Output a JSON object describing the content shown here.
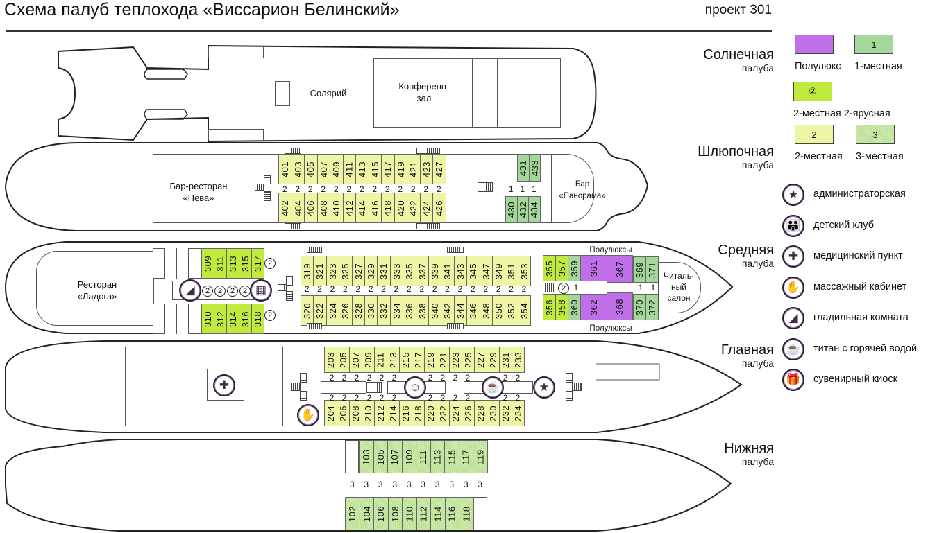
{
  "title": "Схема палуб теплохода «Виссарион Белинский»",
  "project": "проект 301",
  "decks": {
    "sun": {
      "name": "Солнечная",
      "sub": "палуба",
      "rooms": {
        "solarium": "Солярий",
        "conference": "Конференц-\nзал"
      }
    },
    "boat": {
      "name": "Шлюпочная",
      "sub": "палуба",
      "rooms": {
        "bar_neva": "Бар-ресторан\n«Нева»",
        "bar_panorama": "Бар\n«Панорама»"
      },
      "top": [
        "401",
        "403",
        "405",
        "407",
        "409",
        "411",
        "413",
        "415",
        "417",
        "419",
        "421",
        "423",
        "427"
      ],
      "bottom": [
        "402",
        "404",
        "406",
        "408",
        "410",
        "412",
        "414",
        "416",
        "418",
        "420",
        "422",
        "424",
        "426"
      ],
      "top_single": [
        "431",
        "433"
      ],
      "bottom_single": [
        "430",
        "432",
        "434"
      ],
      "cap2": "2",
      "cap1": "1"
    },
    "middle": {
      "name": "Средняя",
      "sub": "палуба",
      "rooms": {
        "restaurant": "Ресторан\n«Ладога»",
        "reading": "Читаль-\nный\nсалон",
        "semilux_top": "Полулюксы",
        "semilux_bottom": "Полулюксы"
      },
      "bunk_top": [
        "309",
        "311",
        "313",
        "315",
        "317"
      ],
      "bunk_bottom": [
        "310",
        "312",
        "314",
        "316",
        "318"
      ],
      "top": [
        "319",
        "321",
        "323",
        "325",
        "327",
        "329",
        "331",
        "333",
        "335",
        "337",
        "339",
        "341",
        "343",
        "345",
        "347",
        "349",
        "351",
        "353"
      ],
      "bottom": [
        "320",
        "322",
        "324",
        "326",
        "328",
        "330",
        "332",
        "334",
        "336",
        "338",
        "340",
        "342",
        "344",
        "346",
        "348",
        "350",
        "352",
        "354"
      ],
      "bunk_top2": [
        "355",
        "357"
      ],
      "bunk_bottom2": [
        "356",
        "358"
      ],
      "single_top": [
        "359"
      ],
      "single_bottom": [
        "360"
      ],
      "lux_top": [
        "361",
        "367"
      ],
      "lux_bottom": [
        "362",
        "368"
      ],
      "single_top2": [
        "369",
        "371"
      ],
      "single_bottom2": [
        "370",
        "372"
      ],
      "cap2": "2",
      "cap1": "1",
      "bunk": "②"
    },
    "main": {
      "name": "Главная",
      "sub": "палуба",
      "top": [
        "203",
        "205",
        "207",
        "209",
        "211",
        "213",
        "215",
        "217",
        "219",
        "221",
        "223",
        "225",
        "227",
        "229",
        "231",
        "233"
      ],
      "bottom": [
        "204",
        "206",
        "208",
        "210",
        "212",
        "214",
        "216",
        "218",
        "220",
        "222",
        "224",
        "226",
        "228",
        "230",
        "232",
        "234"
      ],
      "cap2": "2"
    },
    "lower": {
      "name": "Нижняя",
      "sub": "палуба",
      "top": [
        "103",
        "105",
        "107",
        "109",
        "111",
        "113",
        "115",
        "117",
        "119"
      ],
      "bottom": [
        "102",
        "104",
        "106",
        "108",
        "110",
        "112",
        "114",
        "116",
        "118"
      ],
      "cap3": "3"
    }
  },
  "legend": {
    "categories": [
      {
        "key": "semilux",
        "label": "Полулюкс",
        "swatch": "",
        "color": "#bf6fe8"
      },
      {
        "key": "single",
        "label": "1-местная",
        "swatch": "1",
        "color": "#a3d89a"
      },
      {
        "key": "double_bunk",
        "label": "2-местная 2-ярусная",
        "swatch": "②",
        "color": "#c0ea3e"
      },
      {
        "key": "double",
        "label": "2-местная",
        "swatch": "2",
        "color": "#eef5a5"
      },
      {
        "key": "triple",
        "label": "3-местная",
        "swatch": "3",
        "color": "#c6e6a3"
      }
    ],
    "facilities": [
      {
        "icon": "star-icon",
        "glyph": "★",
        "label": "администраторская"
      },
      {
        "icon": "kids-club-icon",
        "glyph": "👪",
        "label": "детский клуб"
      },
      {
        "icon": "medical-cross-icon",
        "glyph": "✚",
        "label": "медицинский пункт"
      },
      {
        "icon": "hand-icon",
        "glyph": "✋",
        "label": "массажный кабинет"
      },
      {
        "icon": "iron-icon",
        "glyph": "◢",
        "label": "гладильная комната"
      },
      {
        "icon": "cup-icon",
        "glyph": "☕",
        "label": "титан с горячей водой"
      },
      {
        "icon": "gift-icon",
        "glyph": "🎁",
        "label": "сувенирный киоск"
      }
    ]
  }
}
